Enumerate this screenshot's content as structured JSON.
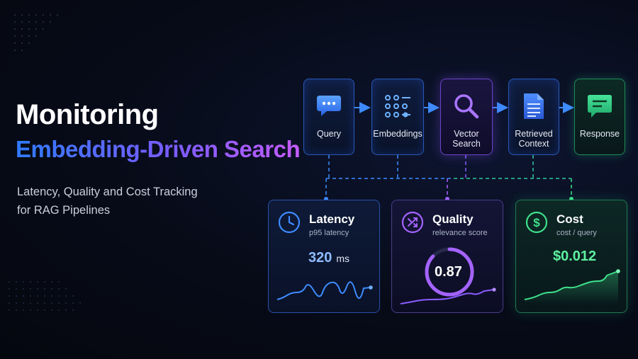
{
  "header": {
    "title_line1": "Monitoring",
    "title_line2": "Embedding-Driven Search",
    "subtitle_line1": "Latency, Quality and Cost Tracking",
    "subtitle_line2": "for RAG Pipelines"
  },
  "pipeline": {
    "steps": [
      {
        "label": "Query",
        "icon": "chat-bubble-icon"
      },
      {
        "label": "Embeddings",
        "icon": "vector-dots-icon"
      },
      {
        "label_line1": "Vector",
        "label_line2": "Search",
        "icon": "magnifier-icon"
      },
      {
        "label_line1": "Retrieved",
        "label_line2": "Context",
        "icon": "document-icon"
      },
      {
        "label": "Response",
        "icon": "message-icon"
      }
    ]
  },
  "metrics": {
    "latency": {
      "title": "Latency",
      "subtitle": "p95 latency",
      "value": "320",
      "unit": "ms",
      "icon": "clock-icon",
      "color": "#3d8bff"
    },
    "quality": {
      "title": "Quality",
      "subtitle": "relevance score",
      "value": "0.87",
      "icon": "shuffle-icon",
      "color": "#a463ff",
      "gauge_fraction": 0.87
    },
    "cost": {
      "title": "Cost",
      "subtitle": "cost / query",
      "value": "$0.012",
      "icon": "dollar-icon",
      "color": "#3ee08a"
    }
  },
  "colors": {
    "blue": "#3d8bff",
    "purple": "#a463ff",
    "green": "#3ee08a",
    "background": "#070b18"
  }
}
